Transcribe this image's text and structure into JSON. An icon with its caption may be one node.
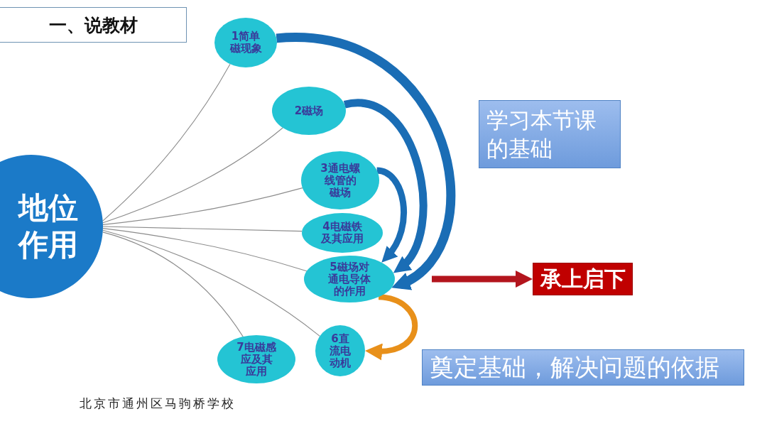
{
  "diagram": {
    "title": "一、说教材",
    "nodes": [
      {
        "text": [
          "地位作用"
        ]
      },
      {
        "text": [
          "1简单磁现象"
        ]
      },
      {
        "text": [
          "2磁场"
        ]
      },
      {
        "text": [
          "3通电螺线管的磁场"
        ]
      },
      {
        "text": [
          "4电磁铁及其应用"
        ]
      },
      {
        "text": [
          "5磁场对通电导体的作用"
        ]
      },
      {
        "text": [
          "6直流电动机"
        ]
      },
      {
        "text": [
          "7电磁感应及其应用"
        ]
      },
      {
        "text": [
          "学习本节课的基础"
        ]
      },
      {
        "text": [
          "承上启下"
        ]
      },
      {
        "text": [
          "奠定基础，解决问题的依据"
        ]
      }
    ],
    "edges": [
      {
        "from": 0,
        "to": 1,
        "arrow": "none"
      },
      {
        "from": 0,
        "to": 2,
        "arrow": "none"
      },
      {
        "from": 0,
        "to": 3,
        "arrow": "none"
      },
      {
        "from": 0,
        "to": 4,
        "arrow": "none"
      },
      {
        "from": 0,
        "to": 5,
        "arrow": "none"
      },
      {
        "from": 0,
        "to": 6,
        "arrow": "none"
      },
      {
        "from": 0,
        "to": 7,
        "arrow": "none"
      },
      {
        "from": 1,
        "to": 5,
        "arrow": "to",
        "style": "thick",
        "color": "#1a6db5"
      },
      {
        "from": 2,
        "to": 5,
        "arrow": "to",
        "style": "thick",
        "color": "#1a6db5"
      },
      {
        "from": 3,
        "to": 5,
        "arrow": "to",
        "style": "thick",
        "color": "#1a6db5"
      },
      {
        "from": 5,
        "to": 6,
        "arrow": "to",
        "style": "thick",
        "color": "#e8901a"
      },
      {
        "from": null,
        "to": 9,
        "arrow": "to",
        "style": "thick",
        "color": "#b3151d"
      }
    ],
    "labels": [
      "北京市通州区马驹桥学校"
    ]
  }
}
